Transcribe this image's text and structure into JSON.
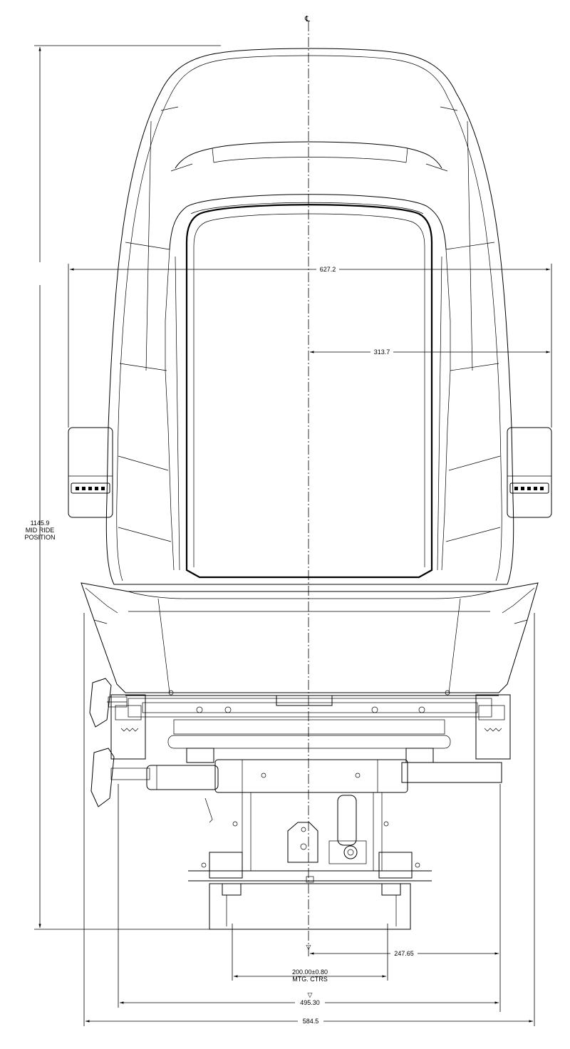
{
  "drawing": {
    "centerline_symbol": "℄",
    "dimensions": {
      "overall_height": "1145.9",
      "overall_height_note_1": "MID RIDE",
      "overall_height_note_2": "POSITION",
      "armrest_width": "627.2",
      "half_armrest_width": "313.7",
      "half_base_width": "247.65",
      "mounting_centers": "200.00±0.80",
      "mounting_centers_note": "MTG. CTRS",
      "base_width": "495.30",
      "overall_width": "584.5"
    },
    "datum_marker": "▽"
  }
}
